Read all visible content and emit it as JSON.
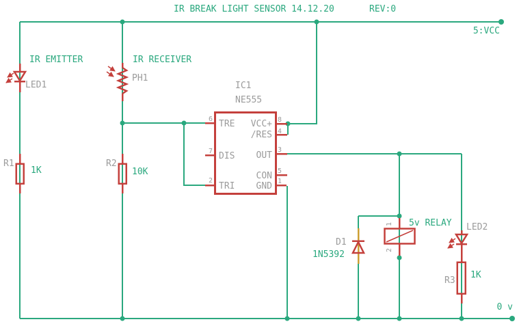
{
  "header": {
    "title": "IR BREAK LIGHT SENSOR 14.12.20",
    "revision": "REV:0"
  },
  "nets": {
    "vcc_label": "5:VCC",
    "gnd_label": "0 v"
  },
  "annotations": {
    "ir_emitter": "IR EMITTER",
    "ir_receiver": "IR RECEIVER"
  },
  "components": {
    "led1": {
      "name": "LED1"
    },
    "ph1": {
      "name": "PH1"
    },
    "r1": {
      "name": "R1",
      "value": "1K"
    },
    "r2": {
      "name": "R2",
      "value": "10K"
    },
    "r3": {
      "name": "R3",
      "value": "1K"
    },
    "d1": {
      "name": "D1",
      "value": "1N5392"
    },
    "led2": {
      "name": "LED2"
    },
    "relay": {
      "value": "5v RELAY",
      "pin_top": "1",
      "pin_bottom": "2"
    },
    "ic1": {
      "name": "IC1",
      "value": "NE555",
      "pins": {
        "p6": {
          "num": "6",
          "label": "TRE"
        },
        "p7": {
          "num": "7",
          "label": "DIS"
        },
        "p2": {
          "num": "2",
          "label": "TRI"
        },
        "p8": {
          "num": "8",
          "label": "VCC+"
        },
        "p4": {
          "num": "4",
          "label": "/RES"
        },
        "p3": {
          "num": "3",
          "label": "OUT"
        },
        "p5": {
          "num": "5",
          "label": "CON"
        },
        "p1": {
          "num": "1",
          "label": "GND"
        }
      }
    }
  },
  "colors": {
    "net_wire": "#2aa87e",
    "symbol": "#c4403c",
    "name_text": "#9b9b9b",
    "value_text": "#2aa87e",
    "diode_pin_highlight": "#cc9f33",
    "background": "#ffffff"
  }
}
